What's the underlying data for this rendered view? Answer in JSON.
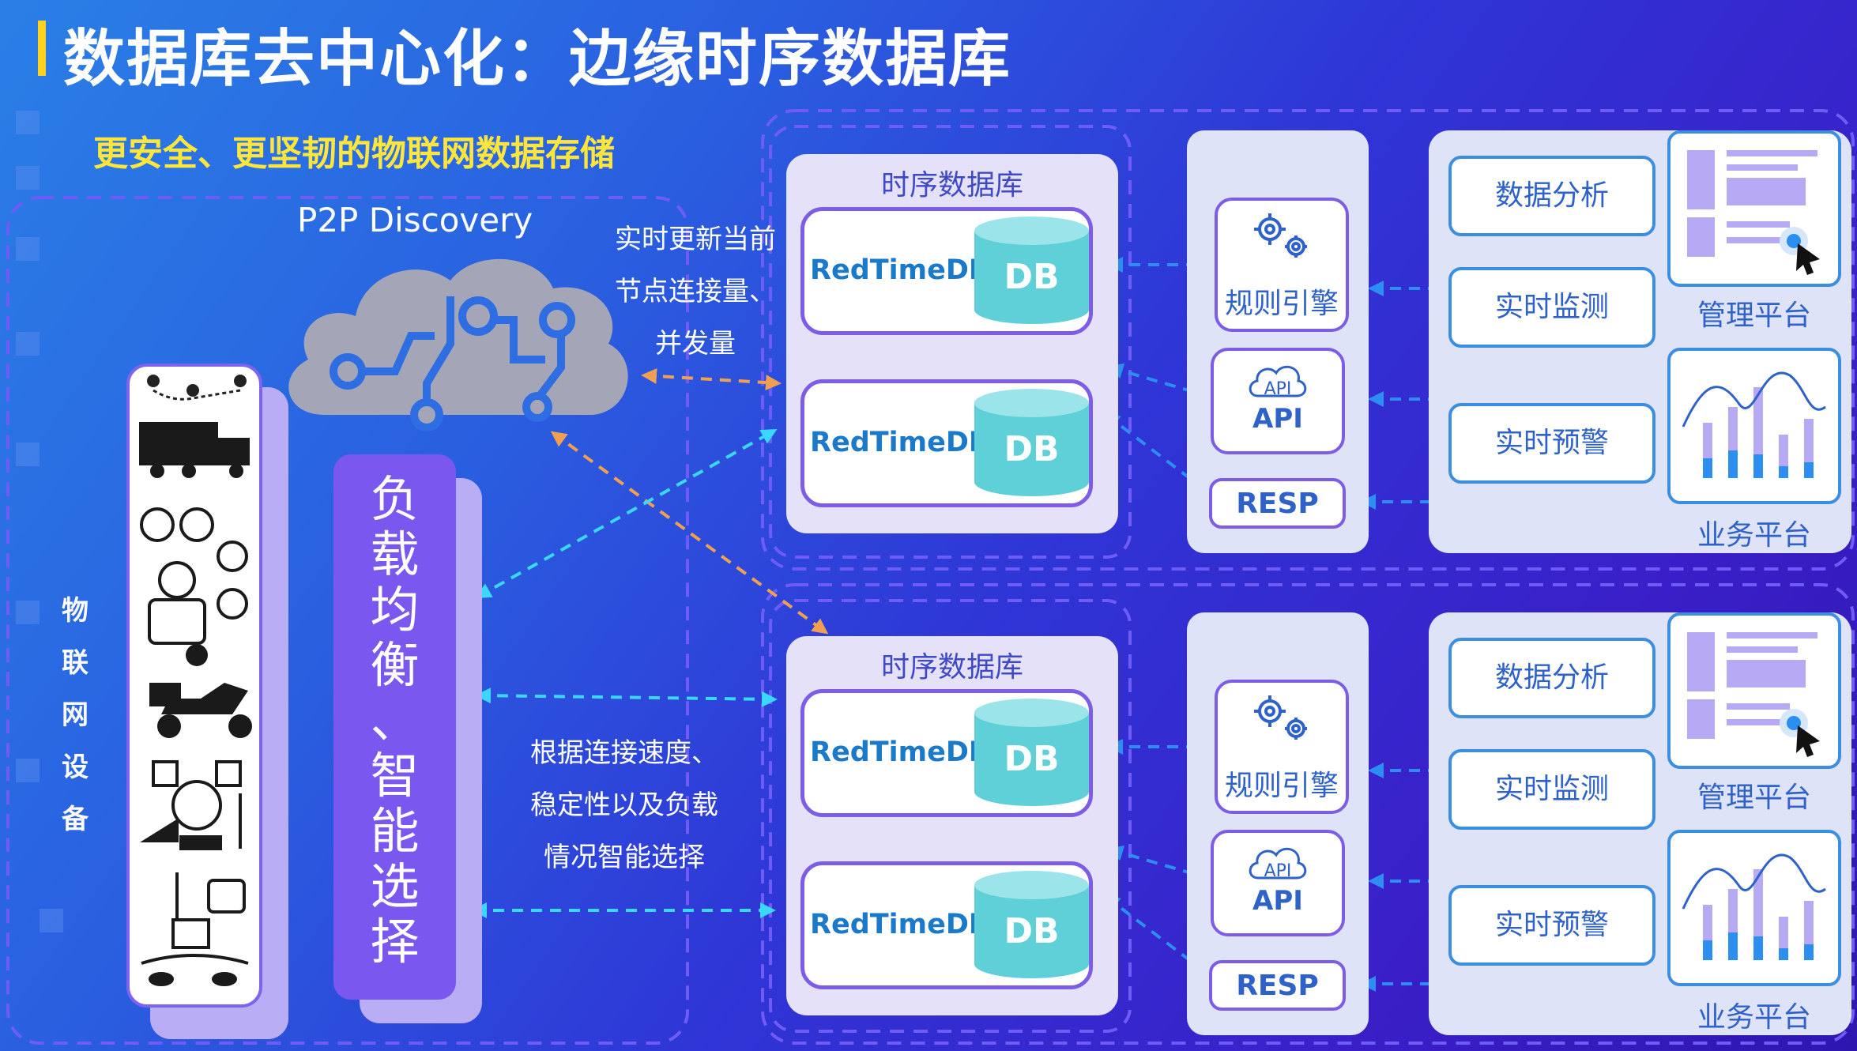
{
  "title": "数据库去中心化：边缘时序数据库",
  "subtitle": "更安全、更坚韧的物联网数据存储",
  "p2p_label": "P2P Discovery",
  "annotation_top": [
    "实时更新当前",
    "节点连接量、",
    "并发量"
  ],
  "annotation_bottom": [
    "根据连接速度、",
    "稳定性以及负载",
    "情况智能选择"
  ],
  "load_balance_chars": [
    "负",
    "载",
    "均",
    "衡",
    "、",
    "智",
    "能",
    "选",
    "择"
  ],
  "iot_label_chars": [
    "物",
    "联",
    "网",
    "设",
    "备"
  ],
  "device_icons": [
    "location-pins-icon",
    "truck-icon",
    "factory-water-weather-farmer-icon",
    "delivery-scooter-icon",
    "energy-plant-icon",
    "aquaculture-sensor-icon"
  ],
  "colors": {
    "accent_yellow": "#ffd21e",
    "db_cyan": "#5fd0d8",
    "purple_border": "#7d5de6",
    "blue_text": "#2f62c8",
    "cyan_arrow": "#3ad8ff",
    "orange_arrow": "#f0a050",
    "blue_arrow": "#2b8ef0"
  },
  "clusters": [
    {
      "db_group_title": "时序数据库",
      "db_nodes": [
        {
          "name": "RedTimeDB",
          "label": "DB"
        },
        {
          "name": "RedTimeDB",
          "label": "DB"
        }
      ],
      "engine": {
        "rules": "规则引擎",
        "api_icon": "API",
        "api": "API",
        "resp": "RESP"
      },
      "apps": [
        "数据分析",
        "实时监测",
        "实时预警"
      ],
      "platforms": [
        "管理平台",
        "业务平台"
      ]
    },
    {
      "db_group_title": "时序数据库",
      "db_nodes": [
        {
          "name": "RedTimeDB",
          "label": "DB"
        },
        {
          "name": "RedTimeDB",
          "label": "DB"
        }
      ],
      "engine": {
        "rules": "规则引擎",
        "api_icon": "API",
        "api": "API",
        "resp": "RESP"
      },
      "apps": [
        "数据分析",
        "实时监测",
        "实时预警"
      ],
      "platforms": [
        "管理平台",
        "业务平台"
      ]
    }
  ]
}
